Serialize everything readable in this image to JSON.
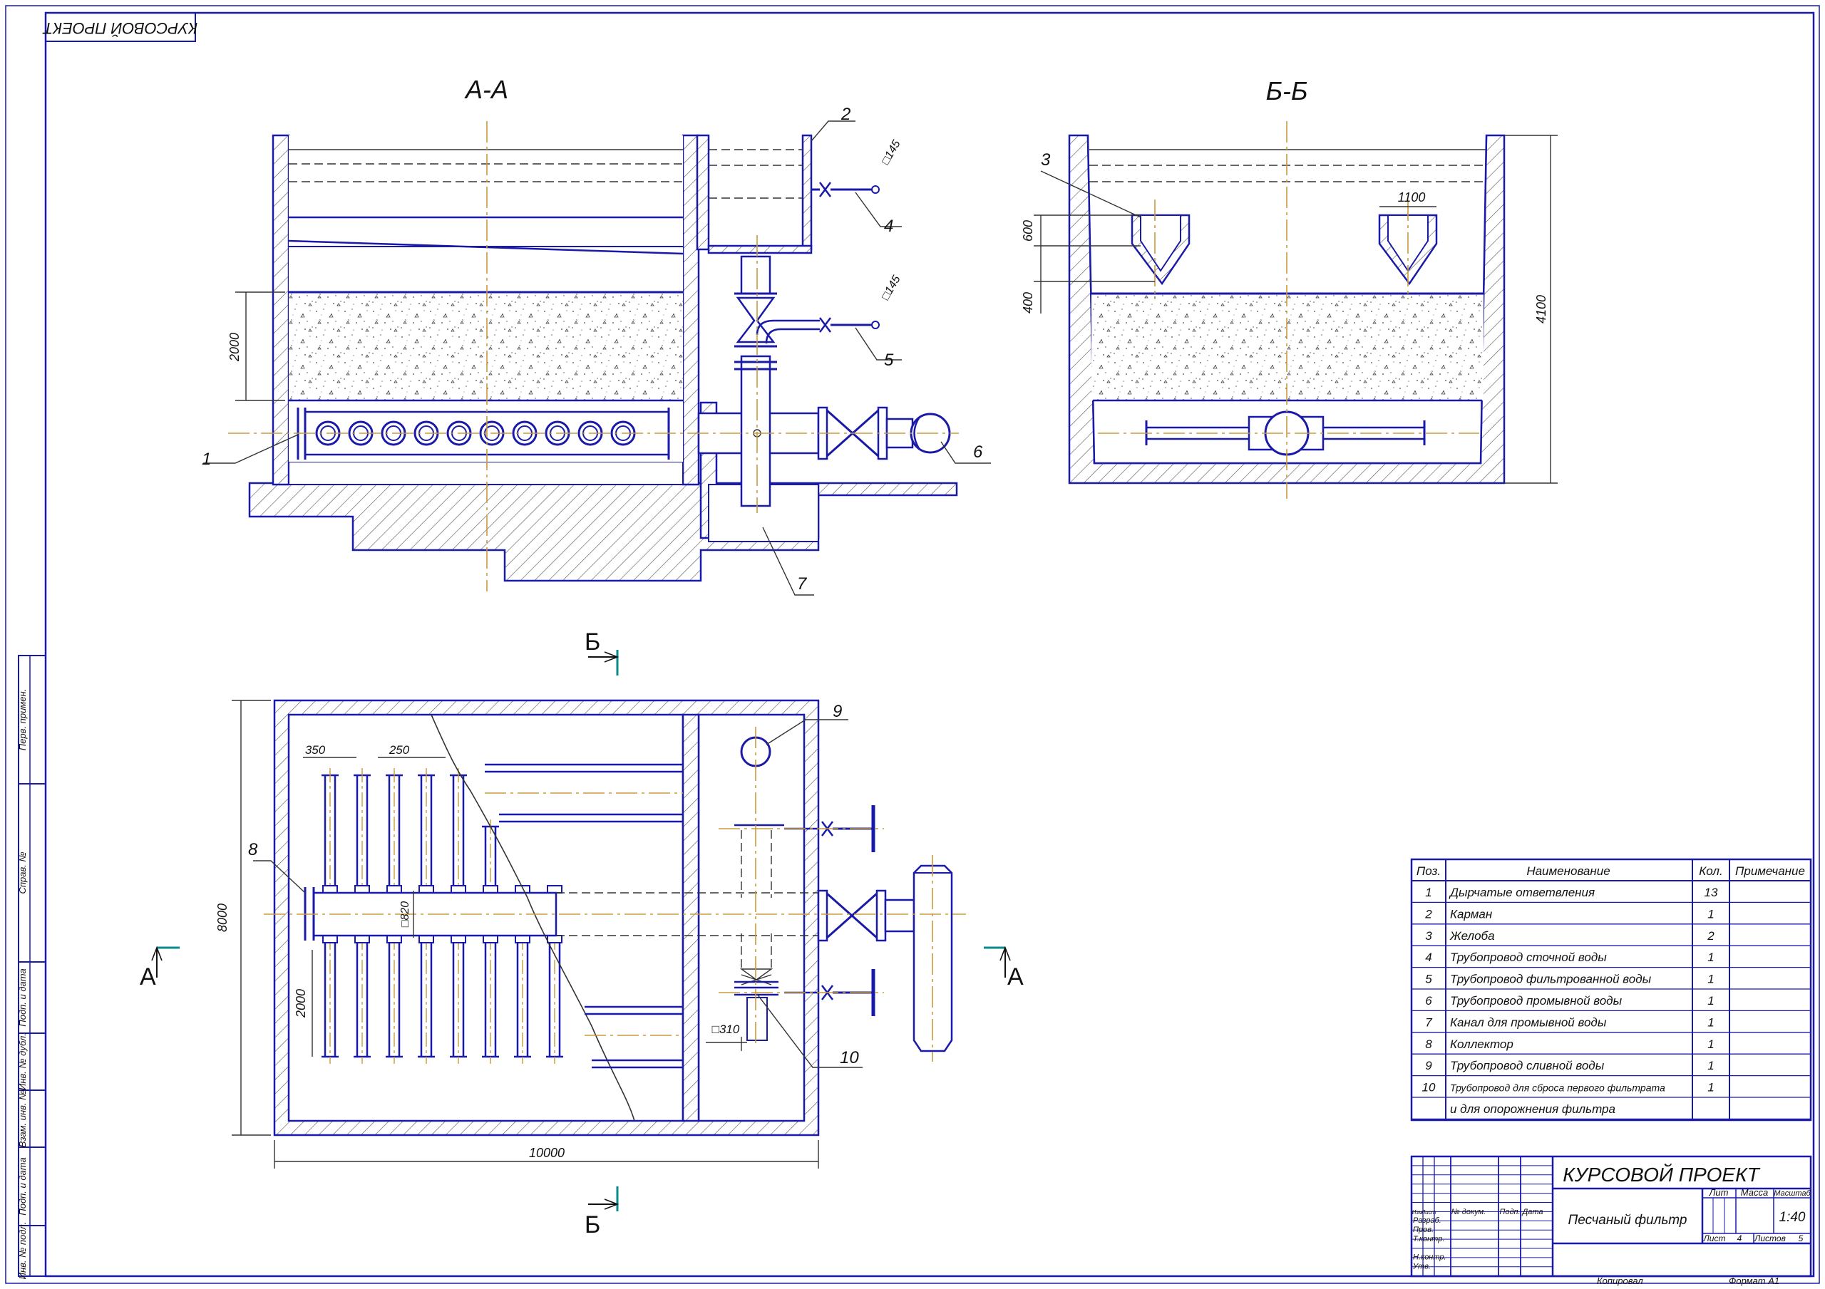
{
  "stamp_top": "КУРСОВОЙ ПРОЕКТ",
  "sections": {
    "aa": "А-А",
    "bb": "Б-Б",
    "a_mark": "А",
    "b_mark": "Б"
  },
  "callouts": {
    "c1": "1",
    "c2": "2",
    "c3": "3",
    "c4": "4",
    "c5": "5",
    "c6": "6",
    "c7": "7",
    "c8": "8",
    "c9": "9",
    "c10": "10"
  },
  "dims": {
    "d2000a": "2000",
    "d145a": "□145",
    "d145b": "□145",
    "d600": "600",
    "d400": "400",
    "d1100": "1100",
    "d4100": "4100",
    "d350": "350",
    "d250": "250",
    "d820": "□820",
    "d2000b": "2000",
    "d8000": "8000",
    "d10000": "10000",
    "d310": "□310"
  },
  "spec": {
    "headers": {
      "pos": "Поз.",
      "name": "Наименование",
      "qty": "Кол.",
      "note": "Примечание"
    },
    "rows": [
      {
        "pos": "1",
        "name": "Дырчатые ответвления",
        "qty": "13"
      },
      {
        "pos": "2",
        "name": "Карман",
        "qty": "1"
      },
      {
        "pos": "3",
        "name": "Желоба",
        "qty": "2"
      },
      {
        "pos": "4",
        "name": "Трубопровод сточной воды",
        "qty": "1"
      },
      {
        "pos": "5",
        "name": "Трубопровод фильтрованной воды",
        "qty": "1"
      },
      {
        "pos": "6",
        "name": "Трубопровод промывной воды",
        "qty": "1"
      },
      {
        "pos": "7",
        "name": "Канал для промывной воды",
        "qty": "1"
      },
      {
        "pos": "8",
        "name": "Коллектор",
        "qty": "1"
      },
      {
        "pos": "9",
        "name": "Трубопровод сливной воды",
        "qty": "1"
      },
      {
        "pos": "10",
        "name": "Трубопровод для сброса первого фильтрата",
        "qty": "1"
      },
      {
        "pos": "",
        "name": "и для опорожнения фильтра",
        "qty": ""
      }
    ]
  },
  "titleblock": {
    "project": "КУРСОВОЙ ПРОЕКТ",
    "name": "Песчаный фильтр",
    "lit": "Лит",
    "mass": "Масса",
    "scale_label": "Масштаб",
    "scale": "1:40",
    "sheet_label": "Лист",
    "sheet_no": "4",
    "sheets_label": "Листов",
    "sheets_no": "5",
    "cols": [
      "Изм",
      "Лист",
      "№ докум.",
      "Подп.",
      "Дата"
    ],
    "roles": [
      "Разраб.",
      "Пров.",
      "Т.контр.",
      "",
      "Н.контр.",
      "Утв."
    ],
    "copied": "Копировал",
    "format": "Формат А1"
  },
  "side_stamps": [
    "Перв. примен.",
    "Справ. №",
    "Подп. и дата",
    "Инв. № дубл.",
    "Взам. инв. №",
    "Подп. и дата",
    "Инв. № подл."
  ]
}
